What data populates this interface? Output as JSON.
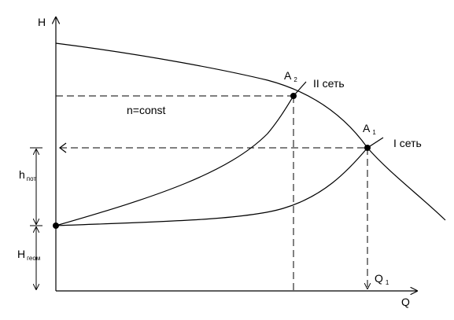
{
  "axes": {
    "y_label": "H",
    "x_label": "Q"
  },
  "curves": {
    "pump_label": "n=const",
    "network_2_label": "II сеть",
    "network_1_label": "I сеть"
  },
  "points": {
    "a2": {
      "main": "A",
      "sub": "2"
    },
    "a1": {
      "main": "A",
      "sub": "1"
    },
    "q1": {
      "main": "Q",
      "sub": "1"
    }
  },
  "dimensions": {
    "h_pot": {
      "main": "h",
      "sub": "пот"
    },
    "h_geom": {
      "main": "H",
      "sub": "геом"
    }
  }
}
